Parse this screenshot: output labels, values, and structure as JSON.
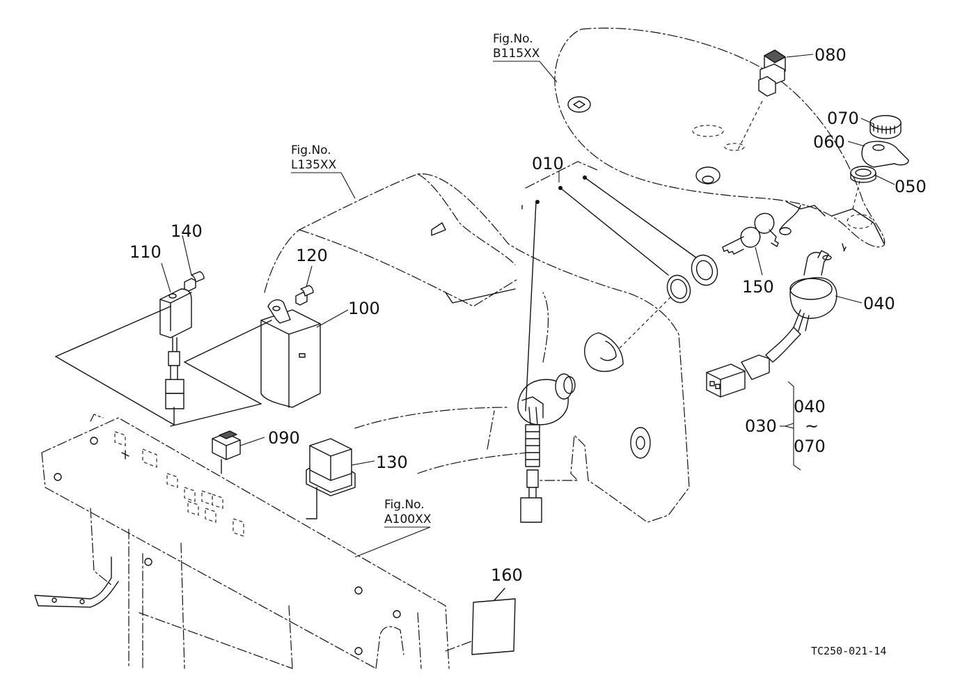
{
  "figure_refs": [
    {
      "line1": "Fig.No.",
      "line2": "B115XX"
    },
    {
      "line1": "Fig.No.",
      "line2": "L135XX"
    },
    {
      "line1": "Fig.No.",
      "line2": "A100XX"
    }
  ],
  "callouts": {
    "p010": "010",
    "p030": "030",
    "p040": "040",
    "p050": "050",
    "p060": "060",
    "p070": "070",
    "p080": "080",
    "p090": "090",
    "p100": "100",
    "p110": "110",
    "p120": "120",
    "p130": "130",
    "p140": "140",
    "p150": "150",
    "p160": "160"
  },
  "set_bracket": {
    "from": "040",
    "tilde": "~",
    "to": "070"
  },
  "drawing_code": "TC250-021-14"
}
